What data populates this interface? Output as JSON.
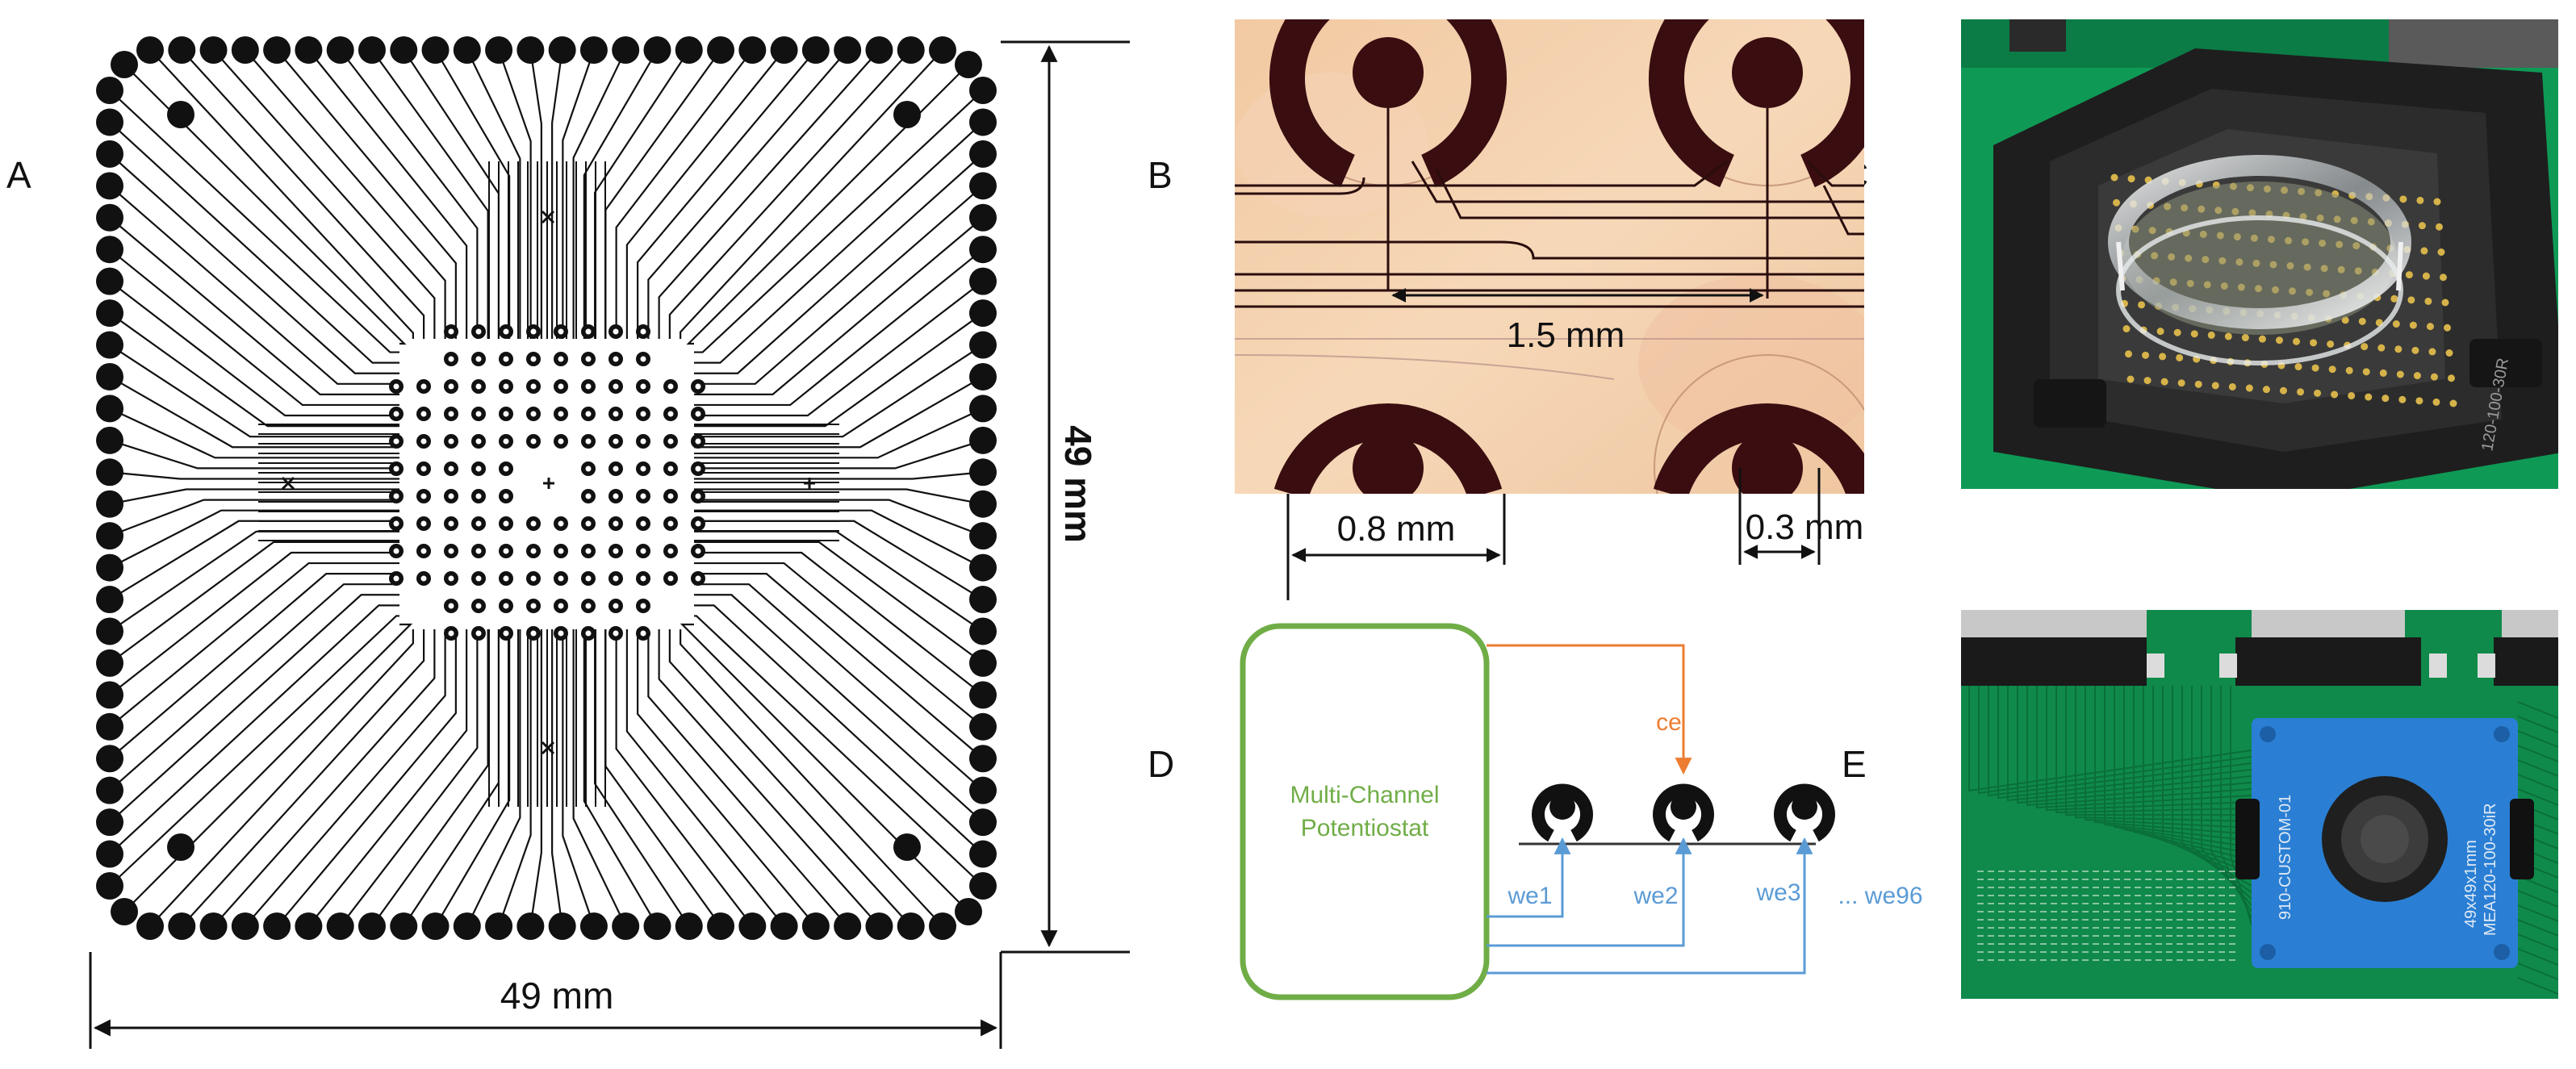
{
  "panels": {
    "a": "A",
    "b": "B",
    "c": "C",
    "d": "D",
    "e": "E"
  },
  "dimensions": {
    "width": "49 mm",
    "height": "49 mm",
    "pitch": "1.5 mm",
    "outer_diameter": "0.8 mm",
    "inner_diameter": "0.3 mm"
  },
  "schematic": {
    "device_line1": "Multi-Channel",
    "device_line2": "Potentiostat",
    "ce": "ce",
    "we1": "we1",
    "we2": "we2",
    "we3": "we3",
    "we96": "... we96"
  },
  "photo_c": {
    "socket_text": "120-100-30R"
  },
  "photo_e": {
    "chip_id": "910-CUSTOM-01",
    "chip_size": "49x49x1mm",
    "chip_model": "MEA120-100-30iR"
  },
  "colors": {
    "counter_electrode": "#ed7d31",
    "working_electrode": "#5b9bd5",
    "device_box": "#70ad47",
    "pcb_green": "#0f8a4a",
    "holder_blue": "#2a7fd4"
  }
}
